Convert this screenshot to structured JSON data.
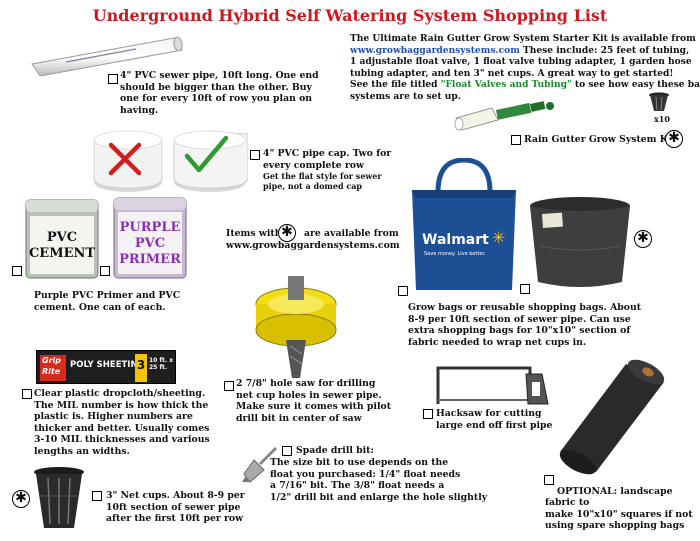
{
  "title": "Underground Hybrid Self Watering System Shopping List",
  "kit": {
    "line1": "The Ultimate Rain Gutter Grow System Starter Kit is available from",
    "site": "www.growbaggardensystems.com",
    "line2": "   These include:  25 feet of tubing,",
    "line3": "1 adjustable float valve,  1 float valve tubing adapter,  1 garden hose",
    "line4": "tubing adapter,  and ten 3\" net cups.  A great way to get started!",
    "line5a": "See the file titled ",
    "line5b": "\"Float Valves and Tubing\"",
    "line5c": " to see how easy these basic",
    "line6": "systems are to set up.",
    "label": "Rain Gutter Grow System Kit",
    "cup_count": "x10"
  },
  "pipe": {
    "text": "4\" PVC sewer pipe, 10ft long.  One end\nshould be bigger than the other.  Buy\none for every 10ft of row you plan on\nhaving."
  },
  "cap": {
    "text": "4\" PVC pipe cap.  Two for\nevery complete row",
    "subtext": "Get the flat style for sewer\npipe, not a domed cap"
  },
  "availability": {
    "prefix": "Items with",
    "suffix": "are available from",
    "site": "www.growbaggardensystems.com"
  },
  "cans": {
    "cement_label_1": "PVC",
    "cement_label_2": "CEMENT",
    "primer_label_1": "PURPLE",
    "primer_label_2": "PVC",
    "primer_label_3": "PRIMER",
    "text": "Purple PVC Primer and PVC\ncement.  One can of each."
  },
  "bags": {
    "walmart": "Walmart",
    "walmart_tag": "Save money. Live better.",
    "text": "Grow bags or reusable shopping bags.  About\n8-9 per 10ft section of sewer pipe.  Can use\nextra shopping bags for 10\"x10\" section of\nfabric needed to wrap net cups in."
  },
  "holesaw": {
    "text": "2  7/8\" hole saw for drilling\nnet cup holes in sewer pipe.\nMake sure it comes with pilot\ndrill bit in center of saw"
  },
  "sheeting": {
    "brand_1": "Grip",
    "brand_2": "Rite",
    "product": "POLY SHEETING",
    "mil": "3",
    "size": "10 ft. x 25 ft.",
    "text": "Clear plastic dropcloth/sheeting.\nThe MIL number is how thick the\nplastic is.  Higher numbers are\nthicker and better.  Usually comes\n3-10 MIL thicknesses and various\nlengths an widths."
  },
  "hacksaw": {
    "text": "Hacksaw for cutting\nlarge end off first pipe"
  },
  "spade": {
    "heading": "Spade drill bit:",
    "text": "The size bit to use depends on the\nfloat you purchased:  1/4\" float needs\na 7/16\" bit.  The 3/8\" float needs a\n1/2\" drill bit and enlarge the hole slightly"
  },
  "netcups": {
    "text": "3\" Net cups.  About 8-9 per\n10ft section of sewer pipe\nafter the first 10ft per row"
  },
  "fabric": {
    "heading": "OPTIONAL:",
    "text": " landscape fabric to\nmake 10\"x10\" squares if not\nusing spare shopping bags"
  },
  "colors": {
    "title": "#d0161e",
    "link": "#1f4db5",
    "green_link": "#1a8a2e",
    "primer": "#8b2fb8",
    "walmart_bag": "#1d4f94",
    "holesaw": "#f2dc12"
  },
  "icons": {
    "star": "asterisk-circle",
    "wrong": "red-x",
    "right": "green-check"
  }
}
